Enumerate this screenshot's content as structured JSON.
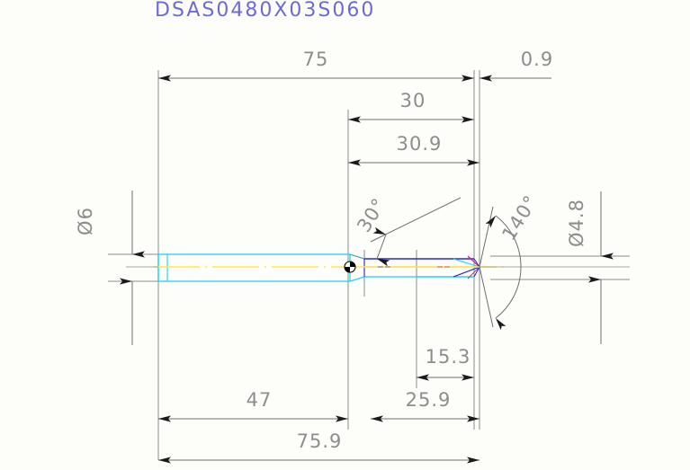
{
  "drawing": {
    "title": "DSAS0480X03S060",
    "title_color": "#6b6bd8",
    "background_color": "#fdfdfa",
    "line_color": "#6e6e6e",
    "text_color": "#8d8d8d"
  },
  "dimensions": {
    "overall_length": "75",
    "flute_length": "30",
    "flute_length_total": "30.9",
    "tip_protrusion": "0.9",
    "shank_diameter": "Ø6",
    "cutting_diameter": "Ø4.8",
    "point_angle": "140°",
    "helix_angle": "30°",
    "shank_length": "47",
    "total_length": "75.9",
    "chamfer_length": "15.3",
    "body_length": "25.9"
  },
  "part_colors": {
    "shank_outline": "#22d3f0",
    "centerline": "#ffe94d",
    "flute_top": "#2222cc",
    "flute_bottom": "#22ccf5",
    "core_line": "#e8663c",
    "tip_edge": "#d11fa0",
    "marker_dot": "#000000"
  }
}
